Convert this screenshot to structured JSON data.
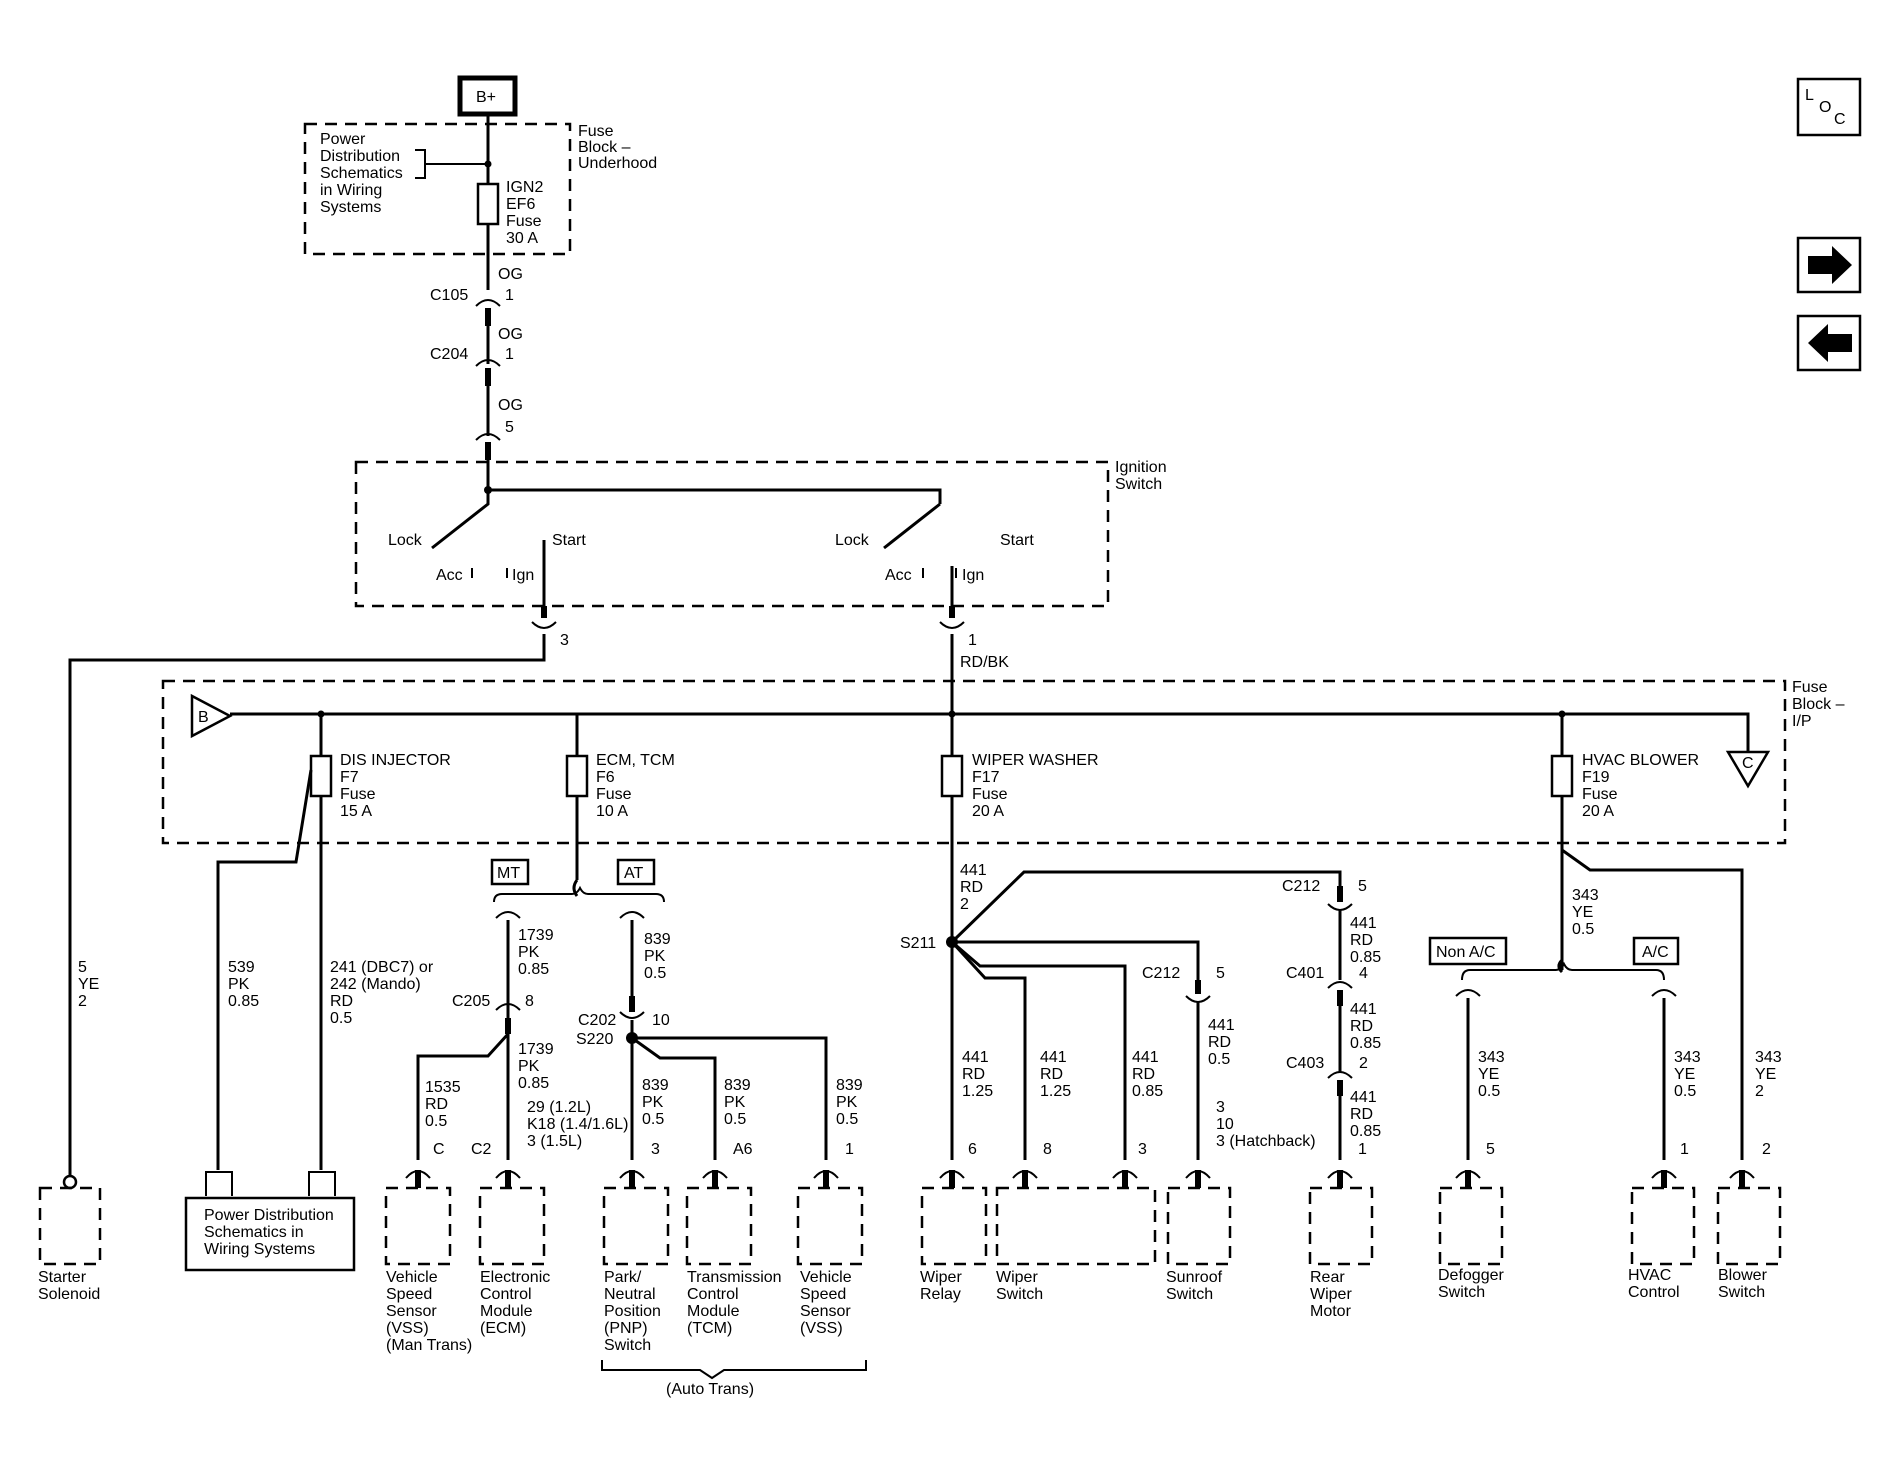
{
  "nav": {
    "loc": [
      "L",
      "O",
      "C"
    ]
  },
  "supply": {
    "bplus": "B+",
    "fuse_block_underhood": [
      "Fuse",
      "Block –",
      "Underhood"
    ],
    "pds_note": [
      "Power",
      "Distribution",
      "Schematics",
      "in Wiring",
      "Systems"
    ],
    "ign2_fuse": [
      "IGN2",
      "EF6",
      "Fuse",
      "30 A"
    ]
  },
  "upper_connectors": {
    "c105": "C105",
    "c105_wire": "OG",
    "c105_pin": "1",
    "c204": "C204",
    "c204_wire": "OG",
    "c204_pin": "1",
    "sw_wire": "OG",
    "sw_pin": "5"
  },
  "ignition_switch": {
    "title": [
      "Ignition",
      "Switch"
    ],
    "lock": "Lock",
    "start": "Start",
    "acc": "Acc",
    "ign": "Ign",
    "out_left_pin": "3",
    "out_right_pin": "1",
    "out_right_wire": "RD/BK"
  },
  "fuse_block_ip": {
    "title": [
      "Fuse",
      "Block –",
      "I/P"
    ],
    "bus_left": "B",
    "bus_right": "C",
    "fuses": [
      [
        "DIS INJECTOR",
        "F7",
        "Fuse",
        "15 A"
      ],
      [
        "ECM, TCM",
        "F6",
        "Fuse",
        "10 A"
      ],
      [
        "WIPER WASHER",
        "F17",
        "Fuse",
        "20 A"
      ],
      [
        "HVAC BLOWER",
        "F19",
        "Fuse",
        "20 A"
      ]
    ]
  },
  "starter": {
    "wire": [
      "5",
      "YE",
      "2"
    ],
    "label": [
      "Starter",
      "Solenoid"
    ]
  },
  "injector": {
    "wire_a": [
      "539",
      "PK",
      "0.85"
    ],
    "wire_b": [
      "241 (DBC7) or",
      "242 (Mando)",
      "RD",
      "0.5"
    ],
    "pds_box": [
      "Power Distribution",
      "Schematics in",
      "Wiring Systems"
    ]
  },
  "ecm_tcm": {
    "mt": "MT",
    "at": "AT",
    "wire_1739_a": [
      "1739",
      "PK",
      "0.85"
    ],
    "c205": "C205",
    "c205_pin": "8",
    "wire_1739_b": [
      "1739",
      "PK",
      "0.85"
    ],
    "wire_1535": [
      "1535",
      "RD",
      "0.5"
    ],
    "vss_pin": "C",
    "ecm_pin": "C2",
    "ecm_wire": [
      "29 (1.2L)",
      "K18 (1.4/1.6L)",
      "3 (1.5L)"
    ],
    "wire_839_a": [
      "839",
      "PK",
      "0.5"
    ],
    "c202": "C202",
    "c202_pin": "10",
    "s220": "S220",
    "wire_839_b": [
      "839",
      "PK",
      "0.5"
    ],
    "wire_839_c": [
      "839",
      "PK",
      "0.5"
    ],
    "wire_839_d": [
      "839",
      "PK",
      "0.5"
    ],
    "pnp_pin": "3",
    "tcm_pin": "A6",
    "vss2_pin": "1",
    "labels": {
      "vss_man": [
        "Vehicle",
        "Speed",
        "Sensor",
        "(VSS)",
        "(Man Trans)"
      ],
      "ecm": [
        "Electronic",
        "Control",
        "Module",
        "(ECM)"
      ],
      "pnp": [
        "Park/",
        "Neutral",
        "Position",
        "(PNP)",
        "Switch"
      ],
      "tcm": [
        "Transmission",
        "Control",
        "Module",
        "(TCM)"
      ],
      "vss_auto": [
        "Vehicle",
        "Speed",
        "Sensor",
        "(VSS)"
      ]
    },
    "auto_trans": "(Auto Trans)"
  },
  "wiper": {
    "wire_441_main": [
      "441",
      "RD",
      "2"
    ],
    "s211": "S211",
    "c212_top": "C212",
    "c212_top_pin": "5",
    "wire_441_c401": [
      "441",
      "RD",
      "0.85"
    ],
    "c401": "C401",
    "c401_pin": "4",
    "wire_441_c403": [
      "441",
      "RD",
      "0.85"
    ],
    "c403": "C403",
    "c403_pin": "2",
    "wire_441_motor": [
      "441",
      "RD",
      "0.85"
    ],
    "motor_pin": "1",
    "c212_mid": "C212",
    "c212_mid_pin": "5",
    "wire_441_sunroof": [
      "441",
      "RD",
      "0.5"
    ],
    "sunroof_pins": [
      "3",
      "10",
      "3 (Hatchback)"
    ],
    "wire_441_relay": [
      "441",
      "RD",
      "1.25"
    ],
    "wire_441_switch8": [
      "441",
      "RD",
      "1.25"
    ],
    "wire_441_switch3": [
      "441",
      "RD",
      "0.85"
    ],
    "relay_pin": "6",
    "switch_pin_a": "8",
    "switch_pin_b": "3",
    "labels": {
      "relay": [
        "Wiper",
        "Relay"
      ],
      "switch": [
        "Wiper",
        "Switch"
      ],
      "sunroof": [
        "Sunroof",
        "Switch"
      ],
      "rear_motor": [
        "Rear",
        "Wiper",
        "Motor"
      ]
    }
  },
  "hvac": {
    "wire_343_main": [
      "343",
      "YE",
      "0.5"
    ],
    "non_ac": "Non A/C",
    "ac": "A/C",
    "wire_343_defog": [
      "343",
      "YE",
      "0.5"
    ],
    "defog_pin": "5",
    "wire_343_ctrl": [
      "343",
      "YE",
      "0.5"
    ],
    "ctrl_pin": "1",
    "wire_343_blower": [
      "343",
      "YE",
      "2"
    ],
    "blower_pin": "2",
    "labels": {
      "defogger": [
        "Defogger",
        "Switch"
      ],
      "hvac_control": [
        "HVAC",
        "Control"
      ],
      "blower": [
        "Blower",
        "Switch"
      ]
    }
  }
}
